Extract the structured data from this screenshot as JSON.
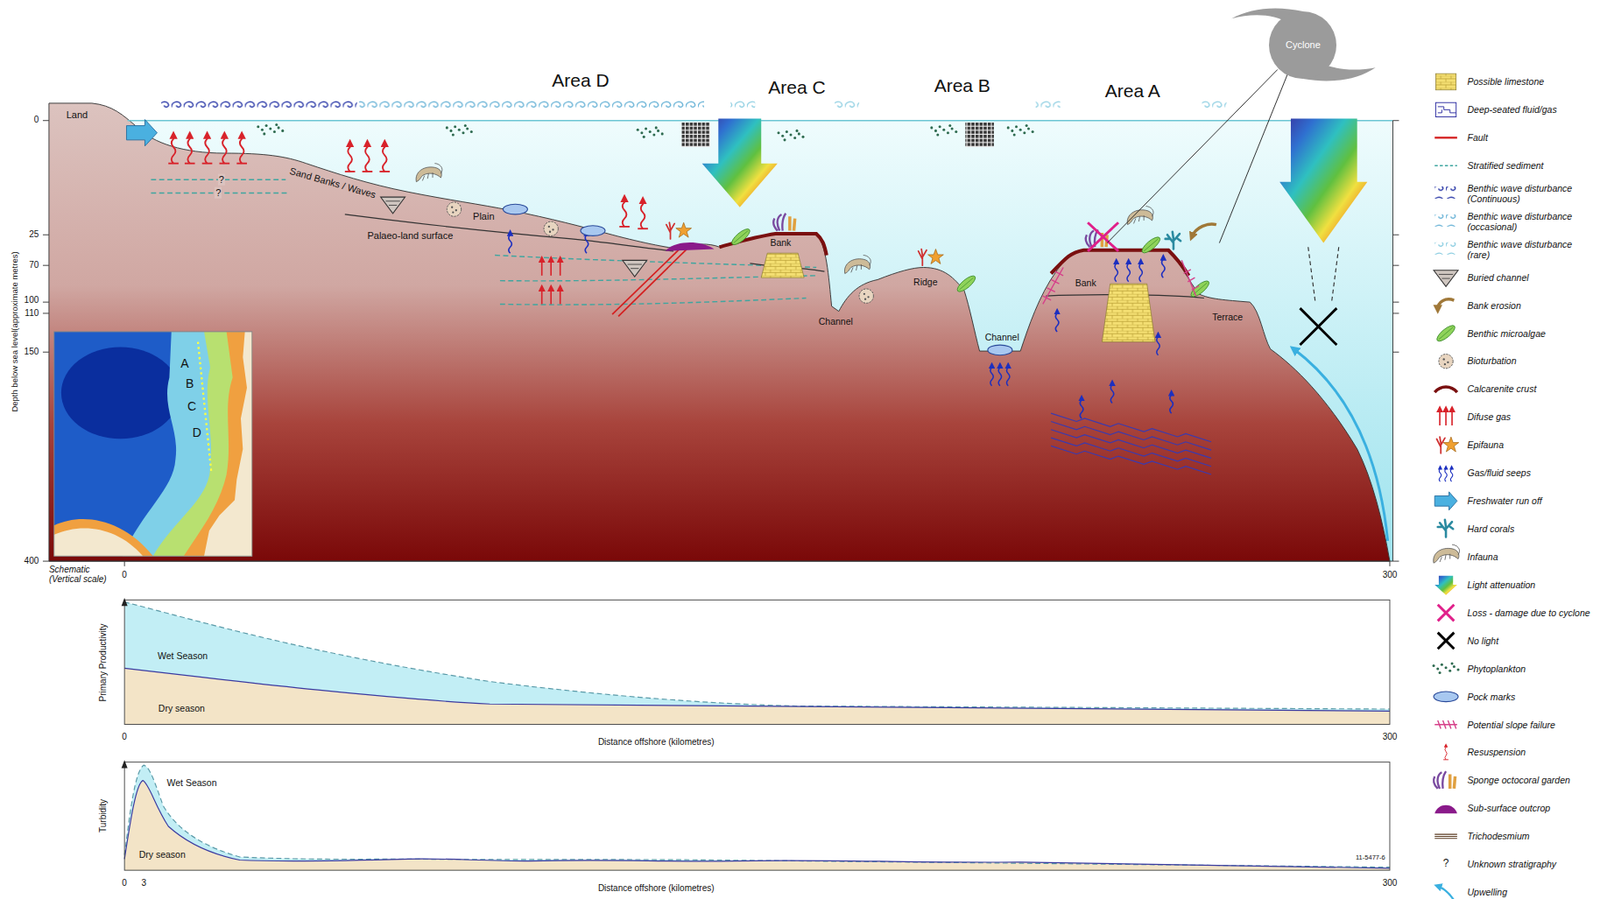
{
  "diagram": {
    "nodes": [
      {
        "text": [
          "Cyclone"
        ]
      }
    ],
    "labels": [
      "Area D",
      "Area C",
      "Area B",
      "Area A",
      "Land",
      "Sand Banks / Waves",
      "Plain",
      "Palaeo-land surface",
      "?",
      "?",
      "Bank",
      "Channel",
      "Ridge",
      "Channel",
      "Bank",
      "Terrace",
      "0",
      "25",
      "70",
      "100",
      "110",
      "150",
      "400",
      "Depth below sea level(approximate metres)",
      "Schematic (Vertical scale)",
      "0",
      "300",
      "A",
      "B",
      "C",
      "D",
      "Primary Productivity",
      "Wet Season",
      "Dry season",
      "0",
      "Distance offshore (kilometres)",
      "300",
      "Turbidity",
      "Wet Season",
      "Dry season",
      "0",
      "3",
      "Distance offshore (kilometres)",
      "300",
      "11-5477-6",
      "?"
    ],
    "legend": [
      {
        "text": "Possible limestone"
      },
      {
        "text": "Deep-seated fluid/gas"
      },
      {
        "text": "Fault"
      },
      {
        "text": "Stratified sediment"
      },
      {
        "text": "Benthic wave disturbance (Continuous)"
      },
      {
        "text": "Benthic wave disturbance (occasional)"
      },
      {
        "text": "Benthic wave disturbance (rare)"
      },
      {
        "text": "Buried channel"
      },
      {
        "text": "Bank erosion"
      },
      {
        "text": "Benthic microalgae"
      },
      {
        "text": "Bioturbation"
      },
      {
        "text": "Calcarenite crust"
      },
      {
        "text": "Difuse gas"
      },
      {
        "text": "Epifauna"
      },
      {
        "text": "Gas/fluid seeps"
      },
      {
        "text": "Freshwater run off"
      },
      {
        "text": "Hard corals"
      },
      {
        "text": "Infauna"
      },
      {
        "text": "Light attenuation"
      },
      {
        "text": "Loss - damage due to cyclone"
      },
      {
        "text": "No light"
      },
      {
        "text": "Phytoplankton"
      },
      {
        "text": "Pock marks"
      },
      {
        "text": "Potential slope failure"
      },
      {
        "text": "Resuspension"
      },
      {
        "text": "Sponge octocoral garden"
      },
      {
        "text": "Sub-surface outcrop"
      },
      {
        "text": "Trichodesmium"
      },
      {
        "text": "Unknown stratigraphy"
      },
      {
        "text": "Upwelling"
      }
    ]
  }
}
